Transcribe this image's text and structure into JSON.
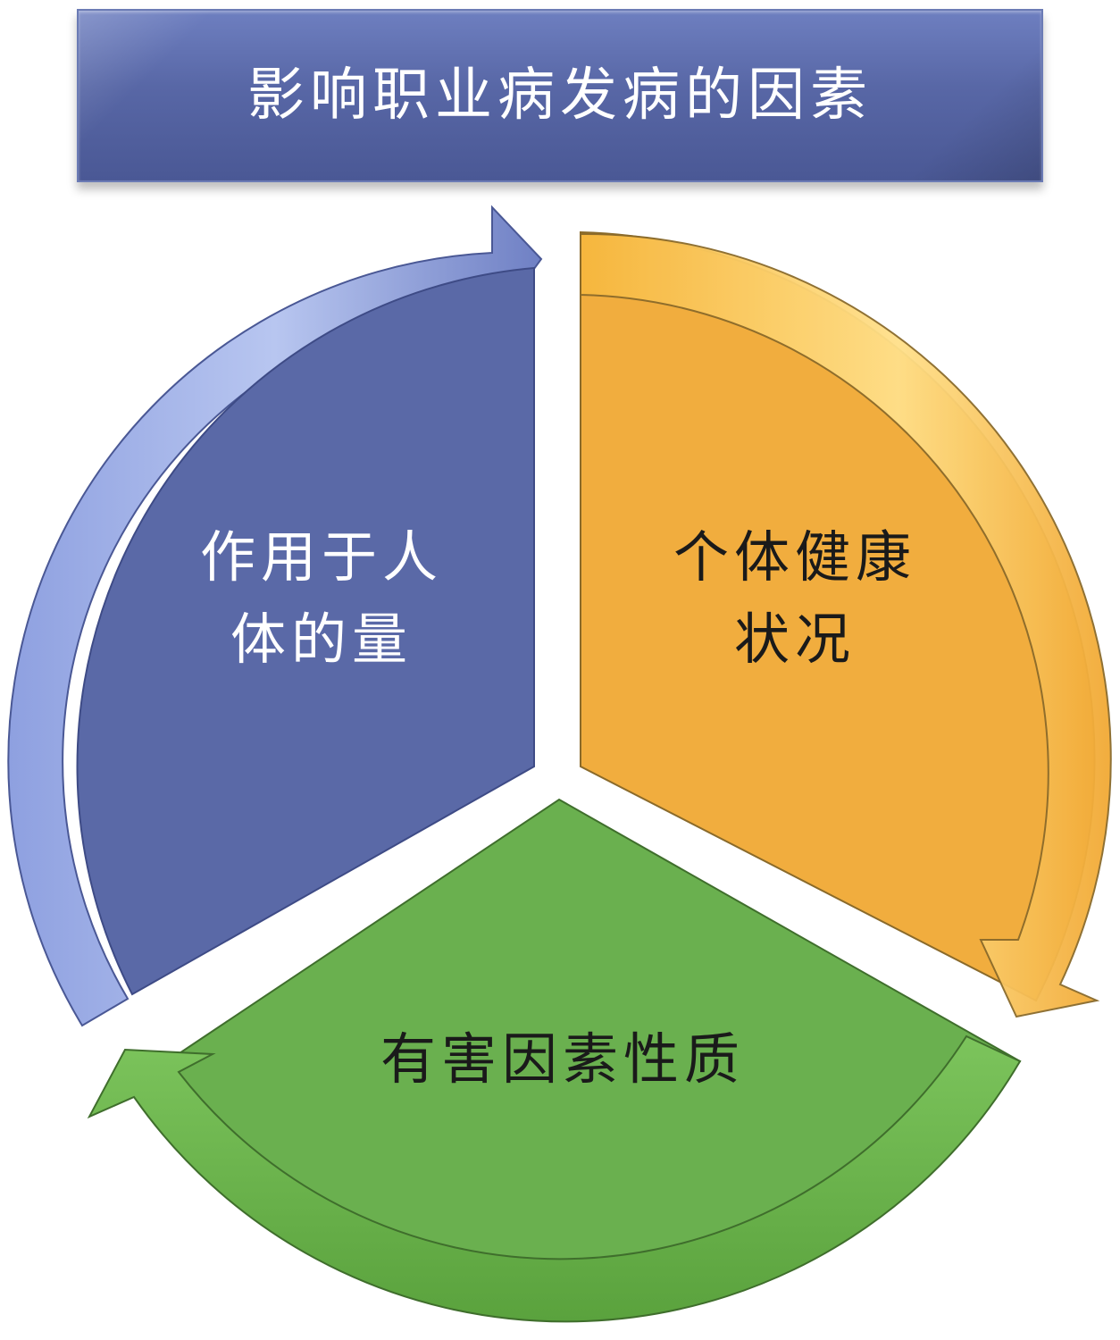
{
  "title": "影响职业病发病的因素",
  "segments": [
    {
      "label": "作用于人\n体的量",
      "color": "#5a69a7"
    },
    {
      "label": "个体健康\n状况",
      "color": "#f1ad3e"
    },
    {
      "label": "有害因素性质",
      "color": "#6ab04f"
    }
  ]
}
